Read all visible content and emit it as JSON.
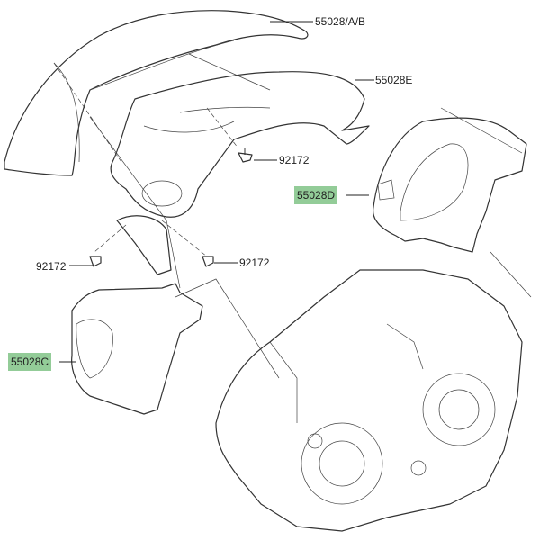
{
  "labels": {
    "part_55028_ab": "55028/A/B",
    "part_55028e": "55028E",
    "screw_1": "92172",
    "part_55028d": "55028D",
    "screw_2": "92172",
    "screw_3": "92172",
    "part_55028c": "55028C"
  },
  "colors": {
    "highlight": "#93cc98",
    "line": "#333333"
  }
}
